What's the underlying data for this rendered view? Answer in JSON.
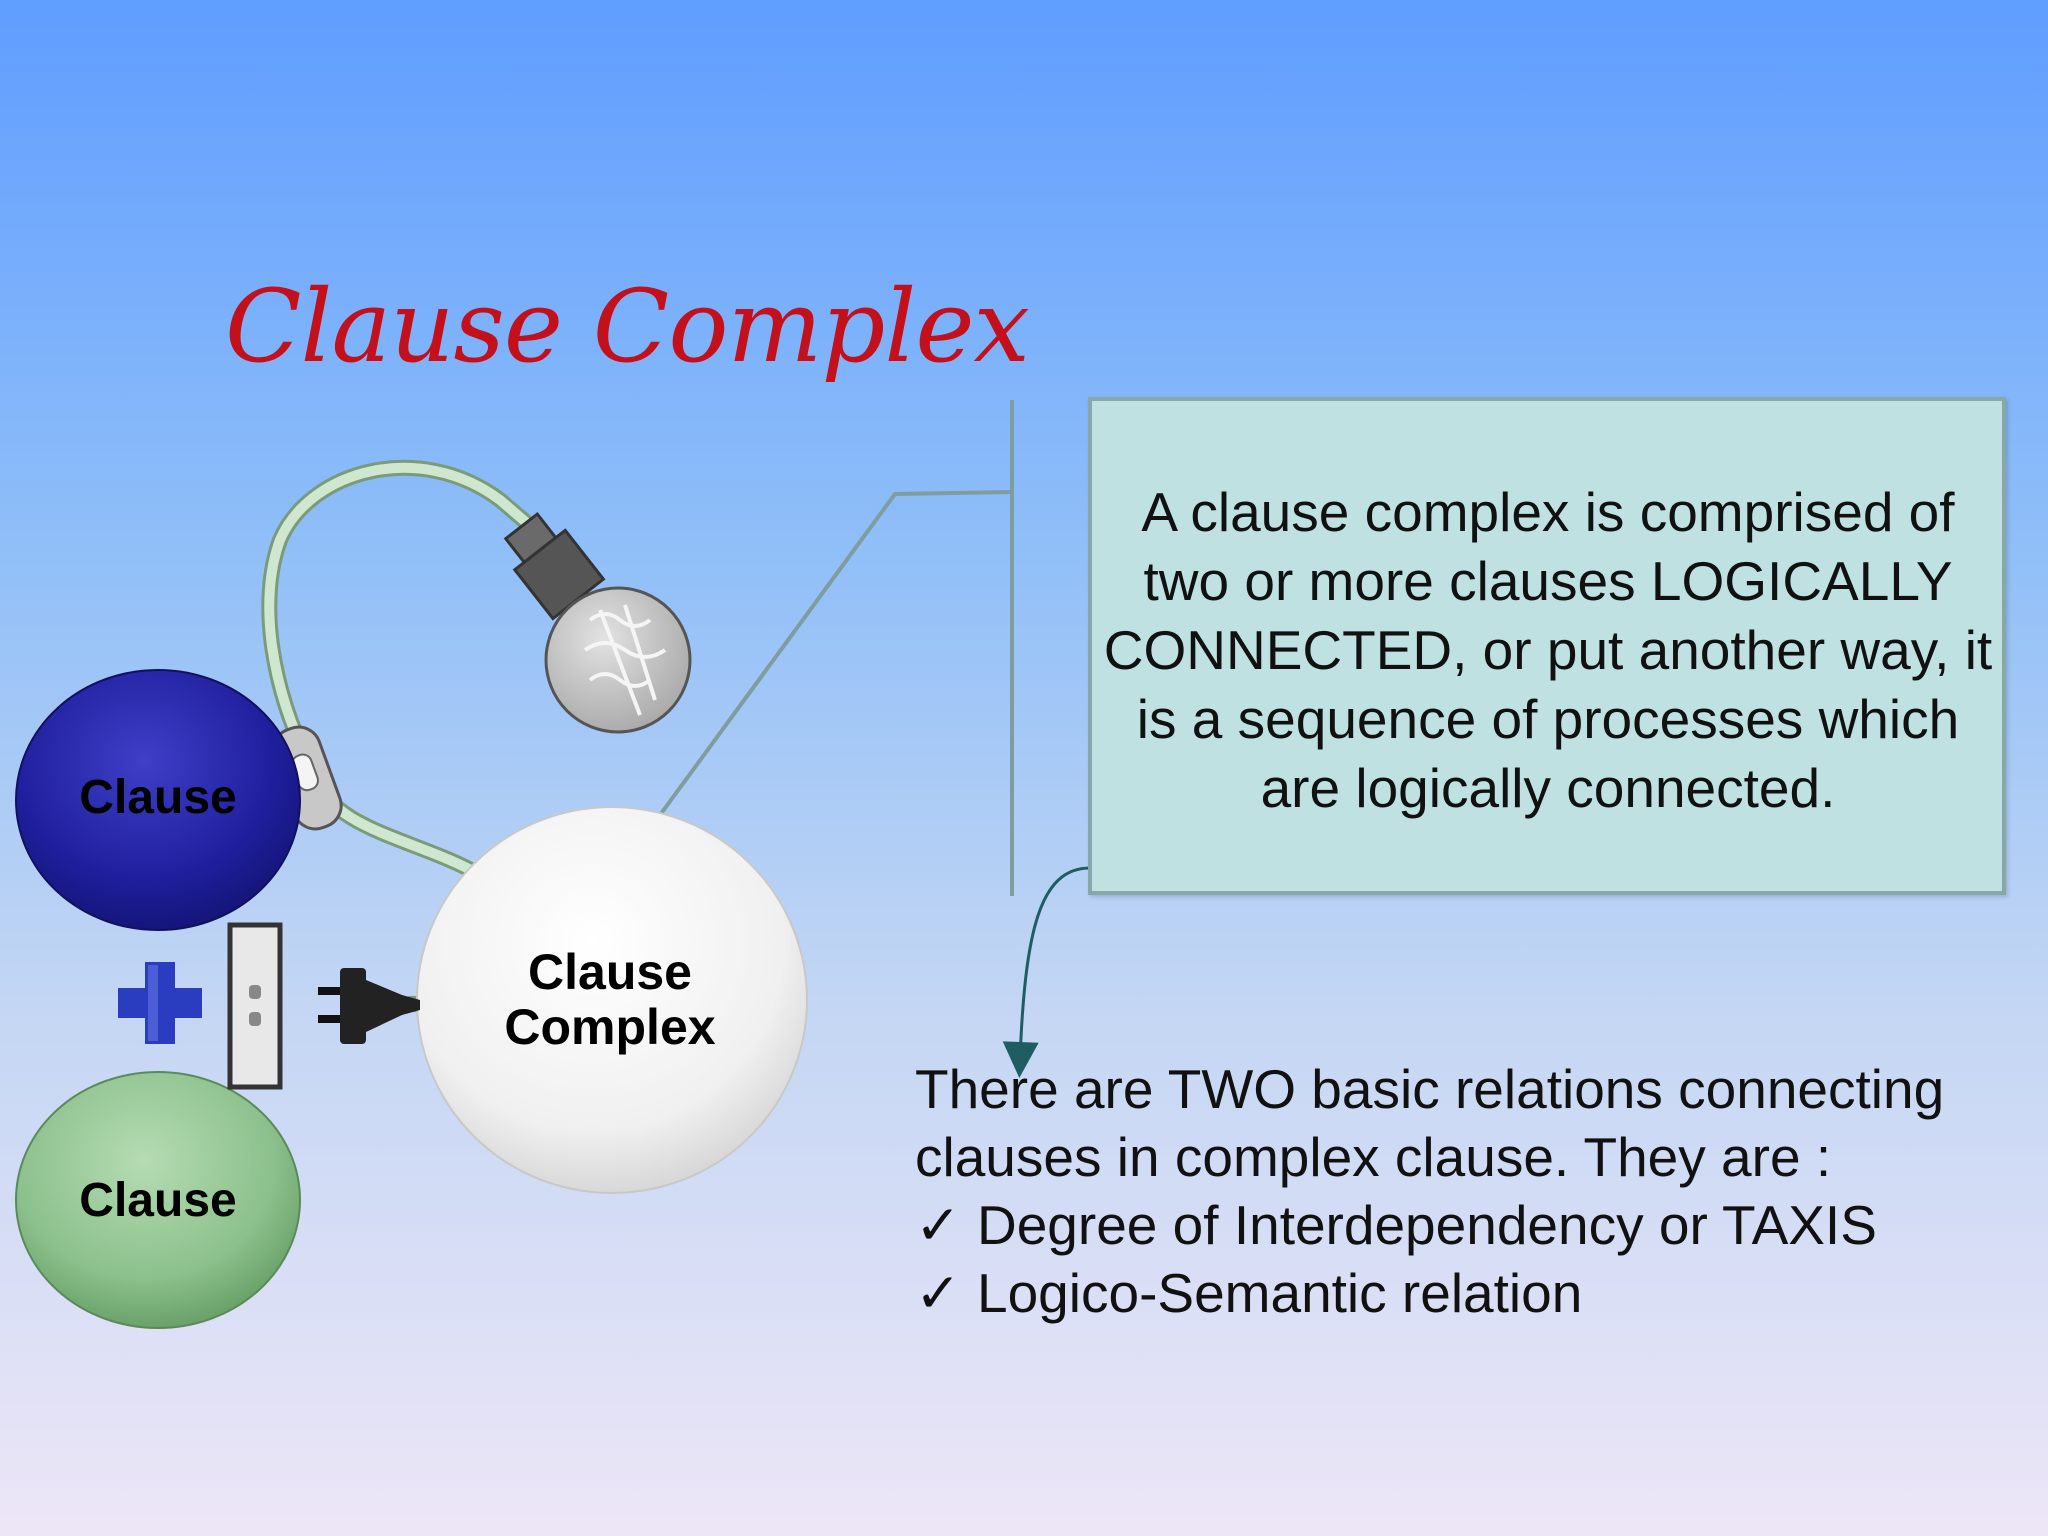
{
  "slide": {
    "title": "Clause Complex",
    "circles": {
      "clause_top": "Clause",
      "clause_bottom": "Clause",
      "clause_complex": "Clause Complex"
    },
    "definition": "A clause complex is comprised of two or more clauses LOGICALLY CONNECTED, or put another way, it is a sequence of processes which are logically connected.",
    "relations": {
      "intro": [
        "There are TWO basic relations connecting",
        "clauses in complex clause. They are :"
      ],
      "items": [
        "Degree of Interdependency or TAXIS",
        "Logico-Semantic relation"
      ],
      "bullet_glyph": "✓"
    },
    "colors": {
      "title": "#c4101a",
      "clause_top_circle": "#1f1f9e",
      "clause_bottom_circle": "#8cc08c",
      "clause_complex_circle": "#f2f2f2",
      "definition_box": "#bfe1e2",
      "plus_sign": "#2a3cc0",
      "cord": "#cfe6cf",
      "arrow": "#1e5d62"
    },
    "icons": [
      "plus-icon",
      "power-socket-icon",
      "power-plug-icon",
      "light-bulb-icon",
      "cord-switch-icon",
      "arrow-connector-icon"
    ]
  }
}
